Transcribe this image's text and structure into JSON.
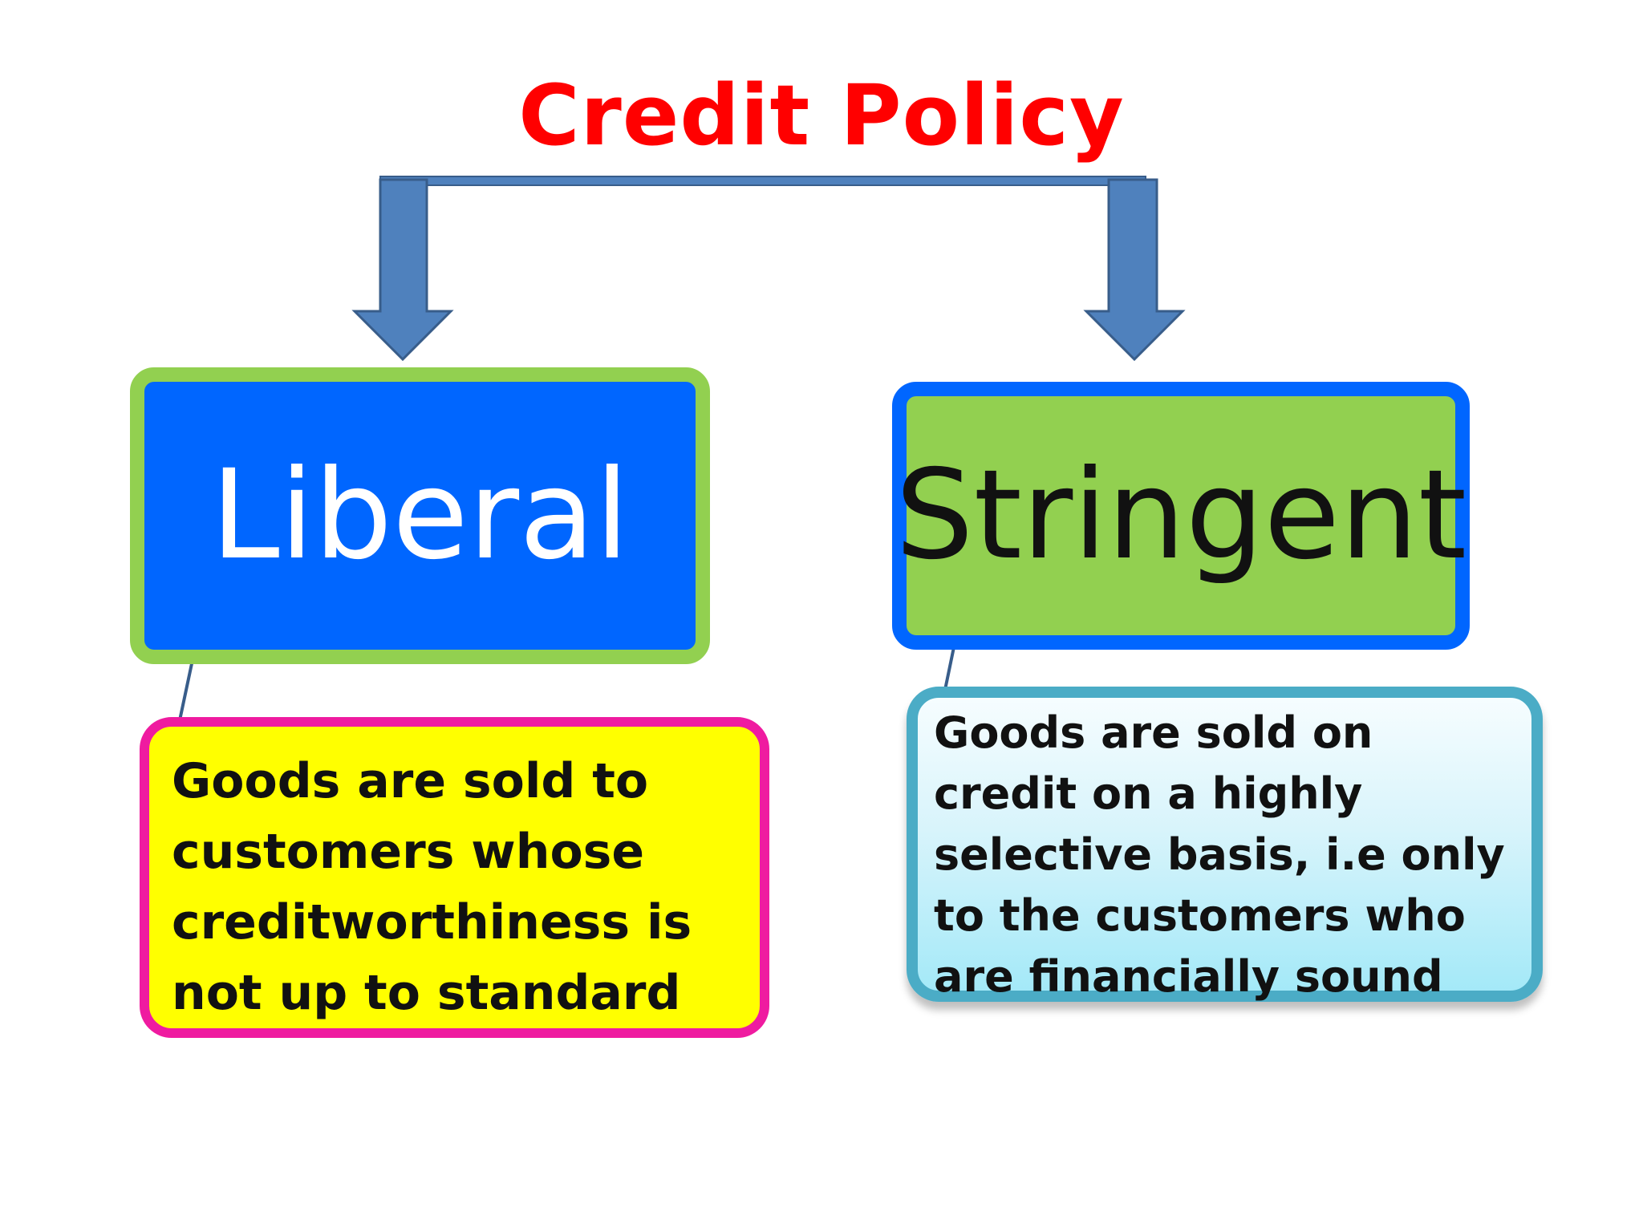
{
  "title": "Credit Policy",
  "branches": [
    {
      "label": "Liberal",
      "description": "Goods are sold to customers whose creditworthiness is not up to standard"
    },
    {
      "label": "Stringent",
      "description": "Goods are sold on credit on a highly selective basis, i.e only to the customers  who are financially sound"
    }
  ],
  "colors": {
    "title": "#ff0000",
    "arrow_fill": "#4f81bd",
    "arrow_stroke": "#385d8a",
    "liberal_fill": "#0066ff",
    "liberal_border": "#92d050",
    "stringent_fill": "#92d050",
    "stringent_border": "#0066ff",
    "liberal_desc_fill": "#ffff00",
    "liberal_desc_border": "#ef1ba0",
    "stringent_desc_fill": "#a4e9f8",
    "stringent_desc_border": "#4bacc6"
  }
}
